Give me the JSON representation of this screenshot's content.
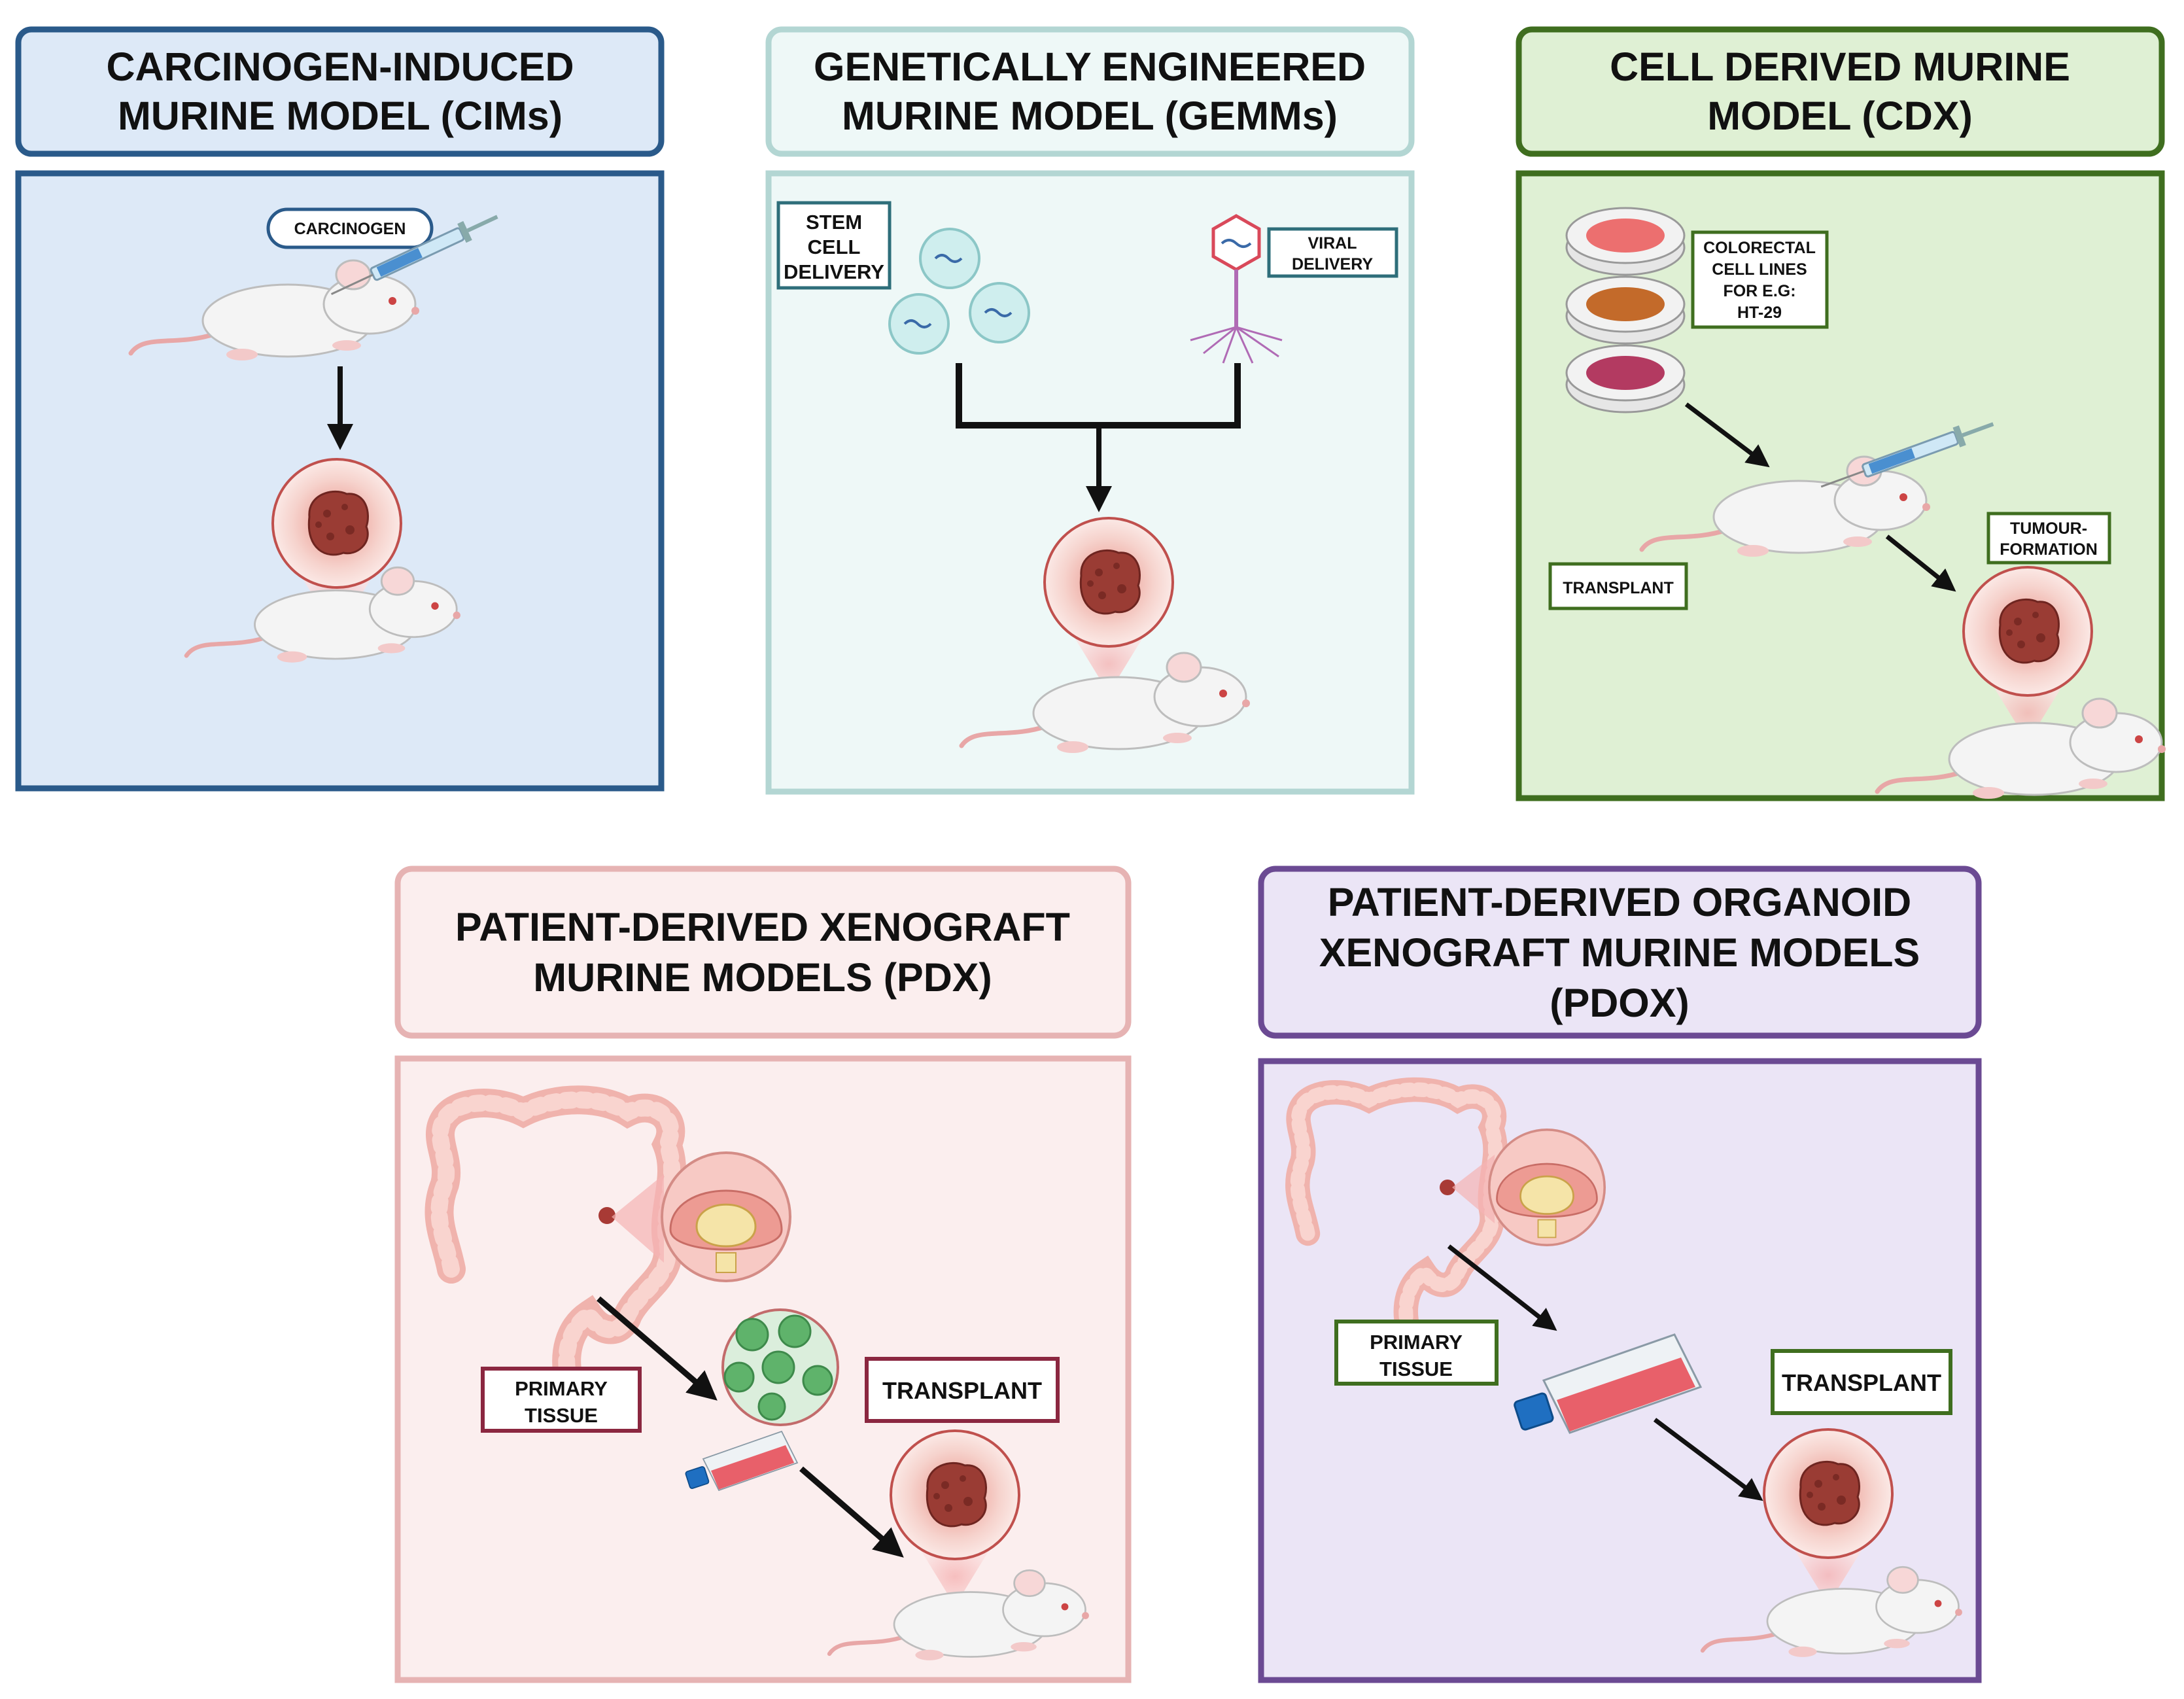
{
  "colors": {
    "cims": "#2a5a8a",
    "cims_bg": "#dde9f7",
    "gemms": "#b3d6d3",
    "gemms_bg": "#eef8f7",
    "cdx": "#3f6e1f",
    "cdx_bg": "#dff0d4",
    "pdx": "#e6b3b3",
    "pdx_bg": "#fbeeee",
    "pdox": "#6b4a93",
    "pdox_bg": "#ebe5f6",
    "tumour": "#9a3c34",
    "mouse": "#f3f3f3"
  },
  "panels": {
    "cims": {
      "title_l1": "CARCINOGEN-INDUCED",
      "title_l2": "MURINE MODEL (CIMs)",
      "carcinogen": "CARCINOGEN"
    },
    "gemms": {
      "title_l1": "GENETICALLY ENGINEERED",
      "title_l2": "MURINE MODEL (GEMMs)",
      "stem_l1": "STEM",
      "stem_l2": "CELL",
      "stem_l3": "DELIVERY",
      "viral_l1": "VIRAL",
      "viral_l2": "DELIVERY"
    },
    "cdx": {
      "title_l1": "CELL DERIVED MURINE",
      "title_l2": "MODEL (CDX)",
      "lines_l1": "COLORECTAL",
      "lines_l2": "CELL LINES",
      "lines_l3": "FOR E.G:",
      "lines_l4": "HT-29",
      "transplant": "TRANSPLANT",
      "tumour_l1": "TUMOUR-",
      "tumour_l2": "FORMATION"
    },
    "pdx": {
      "title_l1": "PATIENT-DERIVED XENOGRAFT",
      "title_l2": "MURINE MODELS (PDX)",
      "primary_l1": "PRIMARY",
      "primary_l2": "TISSUE",
      "transplant": "TRANSPLANT"
    },
    "pdox": {
      "title_l1": "PATIENT-DERIVED ORGANOID",
      "title_l2": "XENOGRAFT MURINE MODELS",
      "title_l3": "(PDOX)",
      "primary_l1": "PRIMARY",
      "primary_l2": "TISSUE",
      "transplant": "TRANSPLANT"
    }
  }
}
